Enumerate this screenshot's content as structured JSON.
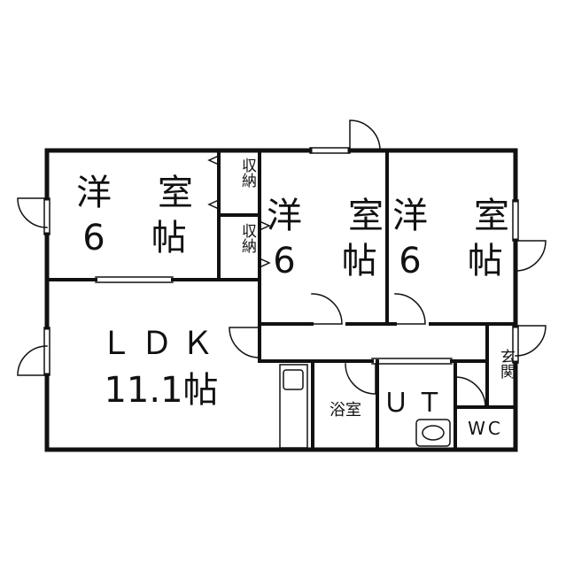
{
  "rooms": {
    "western_1": {
      "name": "洋　室",
      "size": "6　帖"
    },
    "western_2": {
      "name": "洋　室",
      "size": "6　帖"
    },
    "western_3": {
      "name": "洋　室",
      "size": "6　帖"
    },
    "ldk": {
      "name": "ＬＤＫ",
      "size": "11.1帖"
    },
    "storage_1": "収納",
    "storage_2": "収納",
    "bath": "浴室",
    "utility": "ＵＴ",
    "wc": "WC",
    "entrance": "玄関"
  }
}
